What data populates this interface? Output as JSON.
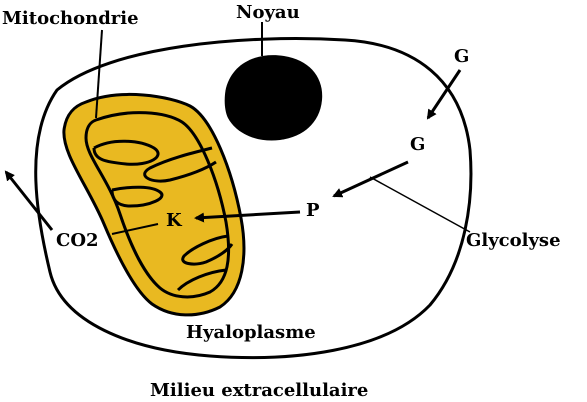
{
  "labels": {
    "mitochondria": "Mitochondrie",
    "nucleus": "Noyau",
    "glucose_outside": "G",
    "glucose_inside": "G",
    "pyruvate": "P",
    "krebs": "K",
    "co2": "CO2",
    "glycolysis": "Glycolyse",
    "cytoplasm": "Hyaloplasme",
    "extracellular": "Milieu extracellulaire"
  },
  "colors": {
    "outline": "#000000",
    "mitochondria_fill": "#e9b921",
    "nucleus_fill": "#000000",
    "background": "#ffffff"
  }
}
